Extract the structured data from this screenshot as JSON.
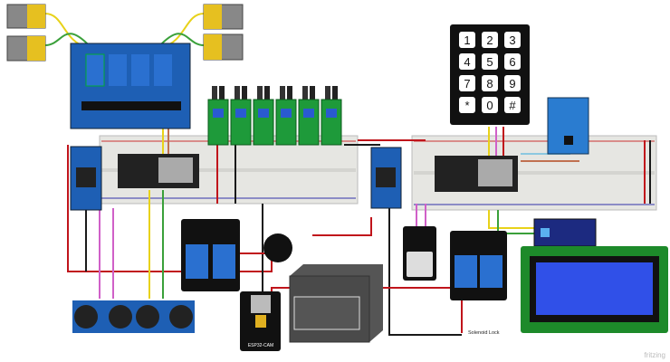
{
  "keypad": {
    "keys": [
      "1",
      "2",
      "3",
      "4",
      "5",
      "6",
      "7",
      "8",
      "9",
      "*",
      "0",
      "#"
    ]
  },
  "labels": {
    "solenoid": "Solenoid Lock",
    "esp32cam": "ESP32-CAM",
    "watermark": "fritzing"
  },
  "colors": {
    "wire_red": "#c0141b",
    "wire_black": "#1a1a1a",
    "wire_yellow": "#e8d21a",
    "wire_green": "#3aa03a",
    "wire_pink": "#d060c8",
    "relay_blue": "#1e5fb4",
    "breadboard": "#e6e6e2",
    "lcd_green": "#1d8a2a",
    "lcd_screen": "#3050e8"
  }
}
